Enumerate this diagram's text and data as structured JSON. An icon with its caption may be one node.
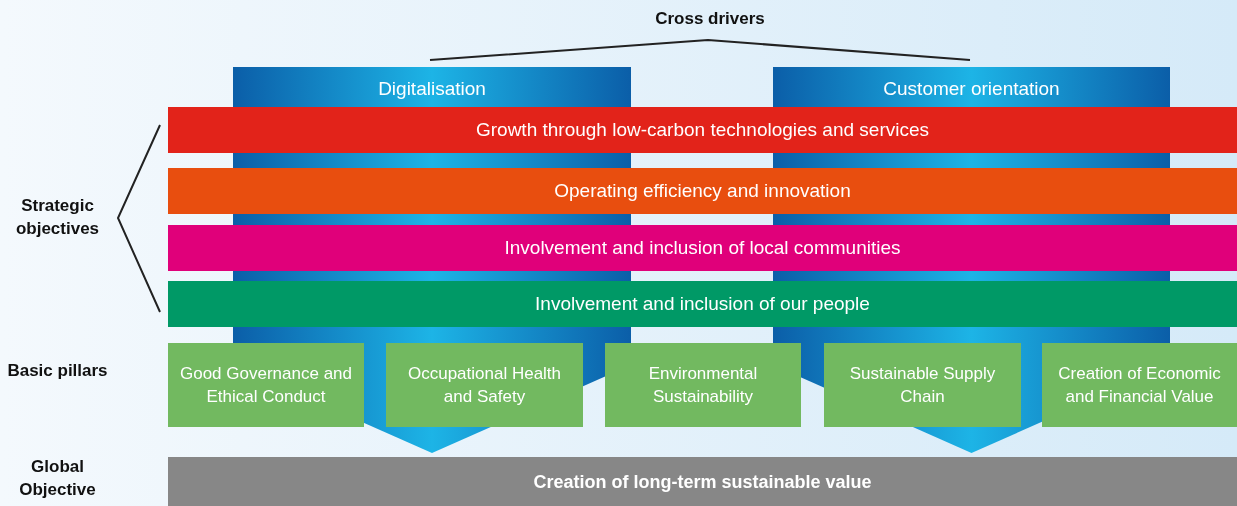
{
  "diagram": {
    "nodes": [
      {
        "text": [
          "Digitalisation"
        ]
      },
      {
        "text": [
          "Customer orientation"
        ]
      },
      {
        "text": [
          "Growth through low-carbon technologies and services"
        ]
      },
      {
        "text": [
          "Operating efficiency and innovation"
        ]
      },
      {
        "text": [
          "Involvement and inclusion of local communities"
        ]
      },
      {
        "text": [
          "Involvement and inclusion of our people"
        ]
      },
      {
        "text": [
          "Good Governance and Ethical Conduct"
        ]
      },
      {
        "text": [
          "Occupational Health and Safety"
        ]
      },
      {
        "text": [
          "Environmental Sustainability"
        ]
      },
      {
        "text": [
          "Sustainable Supply Chain"
        ]
      },
      {
        "text": [
          "Creation of Economic and Financial Value"
        ]
      },
      {
        "text": [
          "Creation of long-term sustainable value"
        ]
      }
    ],
    "edges": [
      {
        "from": 0,
        "to": 11,
        "arrow": "to"
      },
      {
        "from": 1,
        "to": 11,
        "arrow": "to"
      }
    ],
    "labels": [
      "Cross drivers",
      "Strategic objectives",
      "Basic pillars",
      "Global Objective"
    ]
  }
}
